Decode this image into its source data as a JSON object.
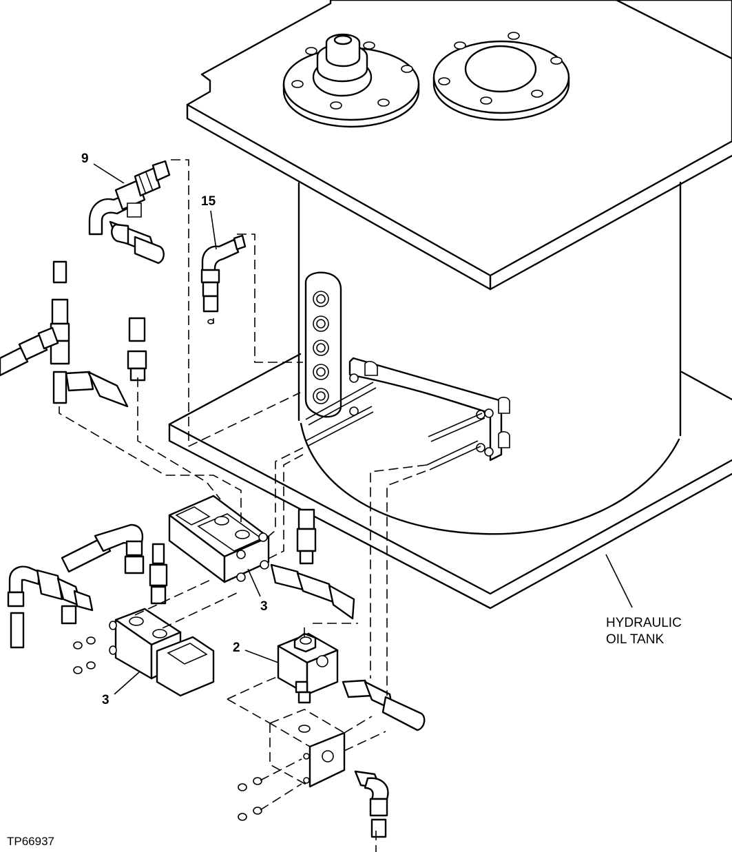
{
  "callouts": {
    "c9": "9",
    "c15": "15",
    "c3a": "3",
    "c3b": "3",
    "c2": "2"
  },
  "tank_label": {
    "line1": "HYDRAULIC",
    "line2": "OIL TANK"
  },
  "figure_code": "TP66937"
}
